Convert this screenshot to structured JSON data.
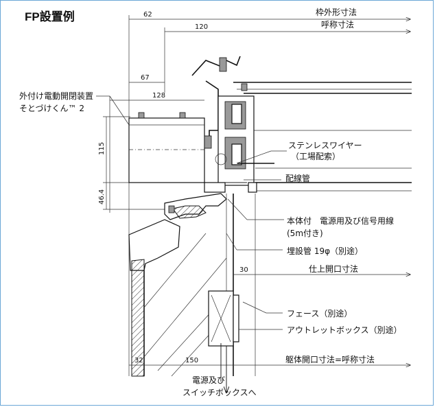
{
  "title": "FP設置例",
  "dimensions": {
    "d62": "62",
    "d120": "120",
    "d67": "67",
    "d128": "128",
    "d115": "115",
    "d46": "46.4",
    "d30": "30",
    "d32": "32",
    "d150": "150"
  },
  "labels": {
    "outer_frame": "枠外形寸法",
    "nominal": "呼称寸法",
    "device_line1": "外付け電動開閉装置",
    "device_line2": "そとづけくん™ 2",
    "wire_line1": "ステンレスワイヤー",
    "wire_line2": "（工場配索）",
    "wiring_pipe": "配線管",
    "cable_line1": "本体付　電源用及び信号用線",
    "cable_line2": "(5m付き)",
    "buried_pipe": "埋設管 19φ（別途）",
    "finish_opening": "仕上開口寸法",
    "face": "フェース（別途）",
    "outlet_box": "アウトレットボックス（別途）",
    "body_opening": "躯体開口寸法=呼称寸法",
    "power_line1": "電源及び",
    "power_line2": "スイッチボックスへ"
  }
}
